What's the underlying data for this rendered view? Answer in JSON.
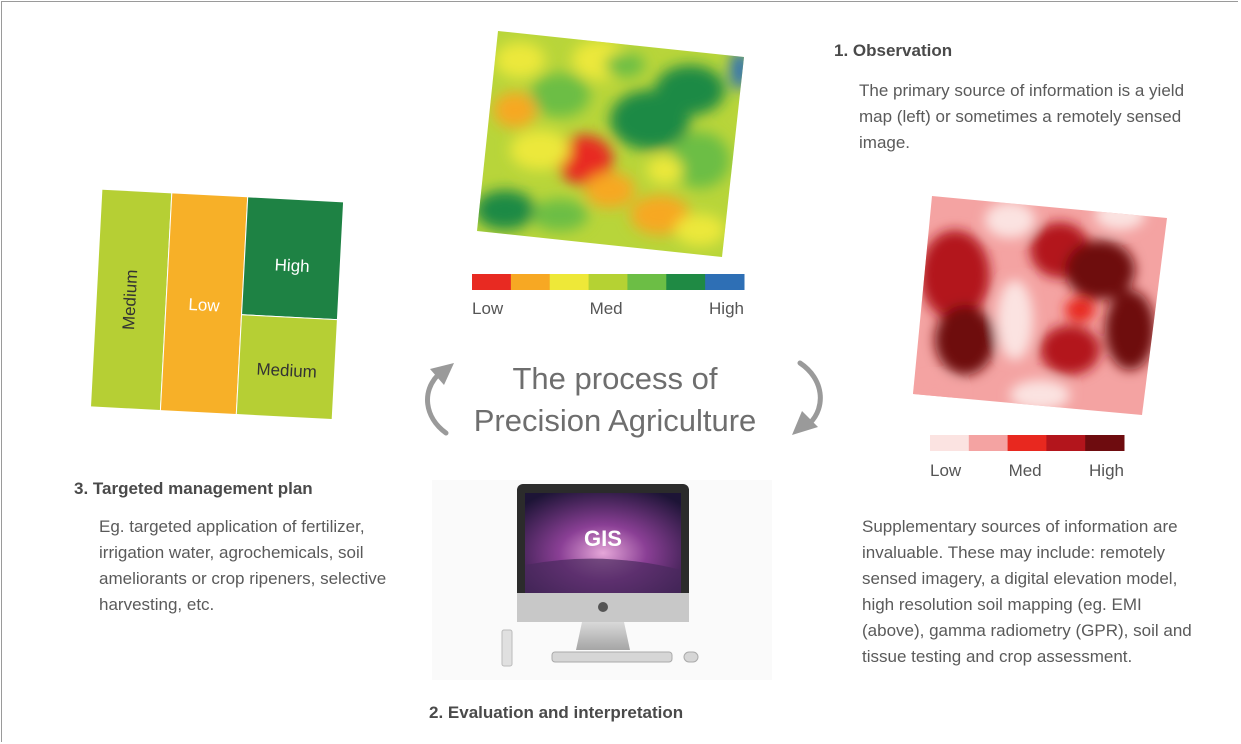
{
  "centre_title": [
    "The process of",
    "Precision Agriculture"
  ],
  "observation": {
    "heading": "1. Observation",
    "text": "The primary source of information is a yield map (left) or sometimes a remotely sensed image."
  },
  "evaluation": {
    "heading": "2. Evaluation and interpretation",
    "screen_label": "GIS"
  },
  "management": {
    "heading": "3. Targeted management plan",
    "text": "Eg. targeted application of fertilizer, irrigation water, agrochemicals, soil ameliorants or crop ripeners, selective harvesting, etc.",
    "zones": {
      "left": "Medium",
      "middle": "Low",
      "top_right": "High",
      "bottom_right": "Medium"
    }
  },
  "supplementary": {
    "text": "Supplementary sources of information are invaluable. These may include: remotely sensed imagery, a digital elevation model, high resolution soil mapping (eg. EMI (above), gamma radiometry (GPR), soil and tissue testing and crop assessment."
  },
  "yield_legend": {
    "labels": [
      "Low",
      "Med",
      "High"
    ],
    "colors": [
      "#e82a22",
      "#f7a823",
      "#eee838",
      "#b5d233",
      "#6cbe45",
      "#1f8a44",
      "#2e6fb5"
    ]
  },
  "emi_legend": {
    "labels": [
      "Low",
      "Med",
      "High"
    ],
    "colors": [
      "#fbe3e1",
      "#f4a3a2",
      "#e8281f",
      "#b3151c",
      "#6e0c0f"
    ]
  },
  "zone_colors": {
    "medium": "#b6cf34",
    "low": "#f7b028",
    "high": "#1e8244"
  }
}
